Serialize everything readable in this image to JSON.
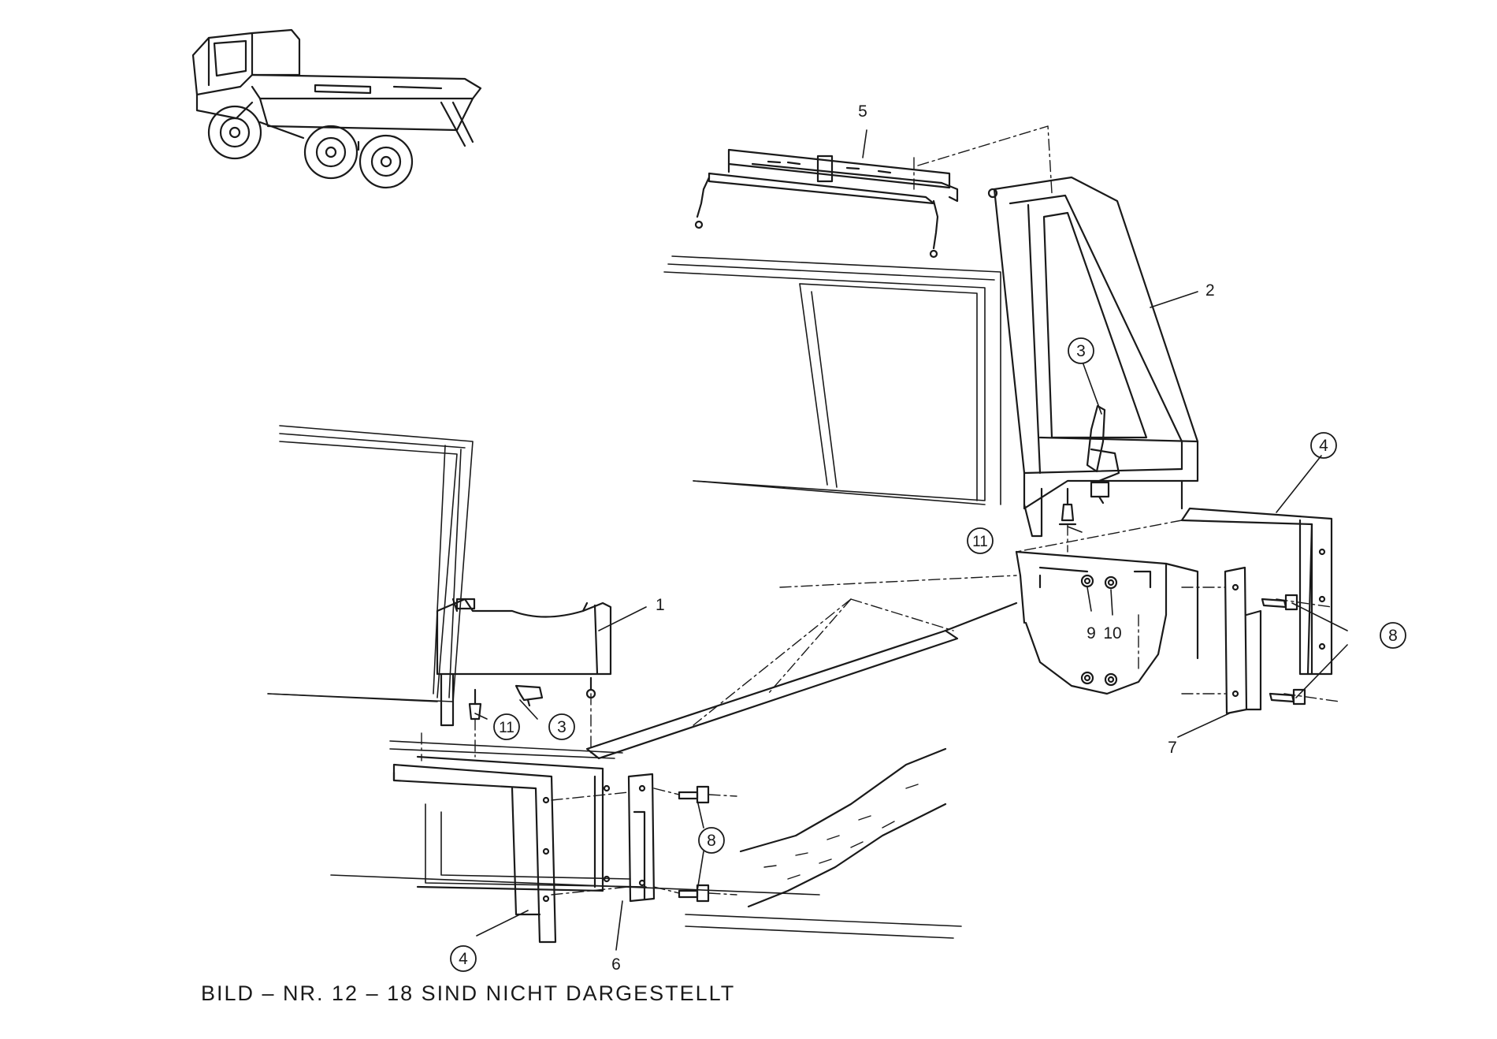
{
  "callouts": [
    {
      "number": "1",
      "circled": false
    },
    {
      "number": "2",
      "circled": false
    },
    {
      "number": "3",
      "circled": true
    },
    {
      "number": "3",
      "circled": true
    },
    {
      "number": "4",
      "circled": true
    },
    {
      "number": "4",
      "circled": true
    },
    {
      "number": "5",
      "circled": false
    },
    {
      "number": "6",
      "circled": false
    },
    {
      "number": "7",
      "circled": false
    },
    {
      "number": "8",
      "circled": true
    },
    {
      "number": "8",
      "circled": true
    },
    {
      "number": "9",
      "circled": false
    },
    {
      "number": "10",
      "circled": false
    },
    {
      "number": "11",
      "circled": true
    },
    {
      "number": "11",
      "circled": true
    }
  ],
  "caption": "BILD – NR.  12 – 18  SIND  NICHT  DARGESTELLT",
  "colors": {
    "ink": "#1a1a1a",
    "paper": "#ffffff"
  }
}
